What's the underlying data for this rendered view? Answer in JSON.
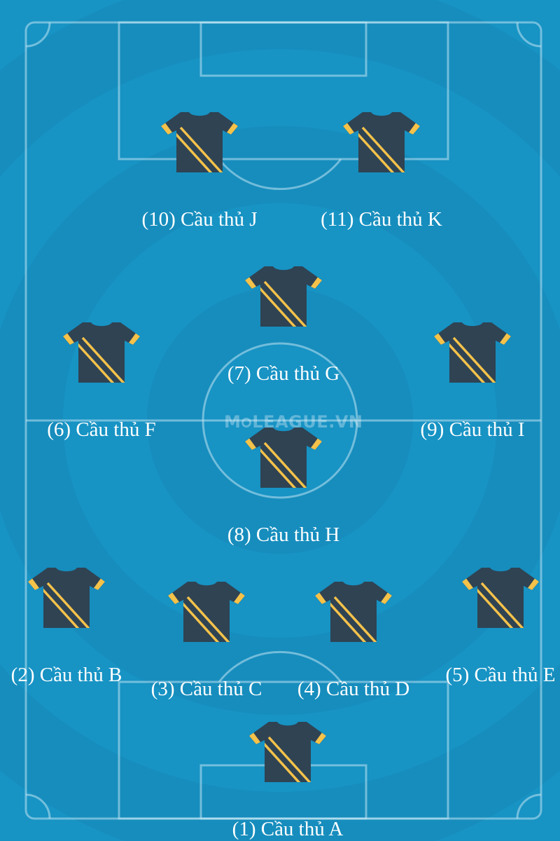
{
  "formation": {
    "players": [
      {
        "label": "(10) Cầu thủ J"
      },
      {
        "label": "(11) Cầu thủ K"
      },
      {
        "label": "(7) Cầu thủ G"
      },
      {
        "label": "(6) Cầu thủ F"
      },
      {
        "label": "(9) Cầu thủ I"
      },
      {
        "label": "(8) Cầu thủ H"
      },
      {
        "label": "(2) Cầu thủ B"
      },
      {
        "label": "(3) Cầu thủ C"
      },
      {
        "label": "(4) Cầu thủ D"
      },
      {
        "label": "(5) Cầu thủ E"
      },
      {
        "label": "(1) Cầu thủ A"
      }
    ]
  },
  "watermark": {
    "left_text": "M",
    "right_text": "LEAGUE.VN"
  },
  "colors": {
    "pitch": "#1793c4",
    "pitch_ring": "#168dbd",
    "lines": "#bfe3f2",
    "shirt_body": "#2f4353",
    "shirt_trim": "#f5c24a",
    "text": "#ffffff"
  },
  "icons": {
    "shirt": "jersey-icon"
  }
}
